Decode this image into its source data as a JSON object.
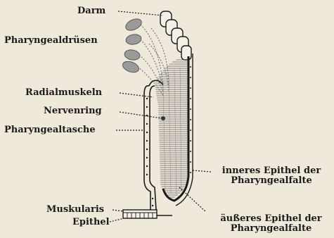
{
  "figure": {
    "labels": {
      "darm": "Darm",
      "pharyngealdruesen": "Pharyngealdrüsen",
      "radialmuskeln": "Radialmuskeln",
      "nervenring": "Nervenring",
      "pharyngealtasche": "Pharyngealtasche",
      "inneres_line1": "inneres Epithel der",
      "inneres_line2": "Pharyngealfalte",
      "aeusseres_line1": "äußeres Epithel der",
      "aeusseres_line2": "Pharyngealfalte",
      "muskularis": "Muskularis",
      "epithel": "Epithel"
    },
    "colors": {
      "background": "#efe9dc",
      "ink": "#1a1a1a",
      "gland": "#8a8a8a"
    }
  }
}
